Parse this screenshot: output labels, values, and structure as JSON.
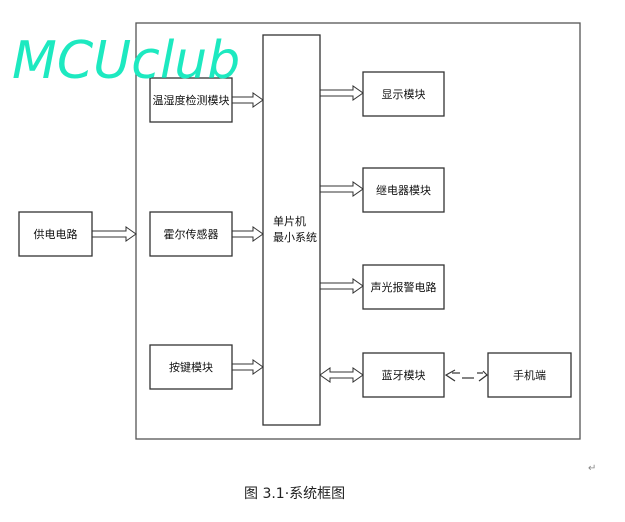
{
  "watermark": "MCUclub",
  "blocks": {
    "power": "供电电路",
    "temp_humidity": "温湿度检测模块",
    "hall_sensor": "霍尔传感器",
    "keys": "按键模块",
    "mcu_line1": "单片机",
    "mcu_line2": "最小系统",
    "display": "显示模块",
    "relay": "继电器模块",
    "alarm": "声光报警电路",
    "bluetooth": "蓝牙模块",
    "phone": "手机端"
  },
  "caption": "图 3.1·系统框图",
  "paragraph_mark": "↵"
}
